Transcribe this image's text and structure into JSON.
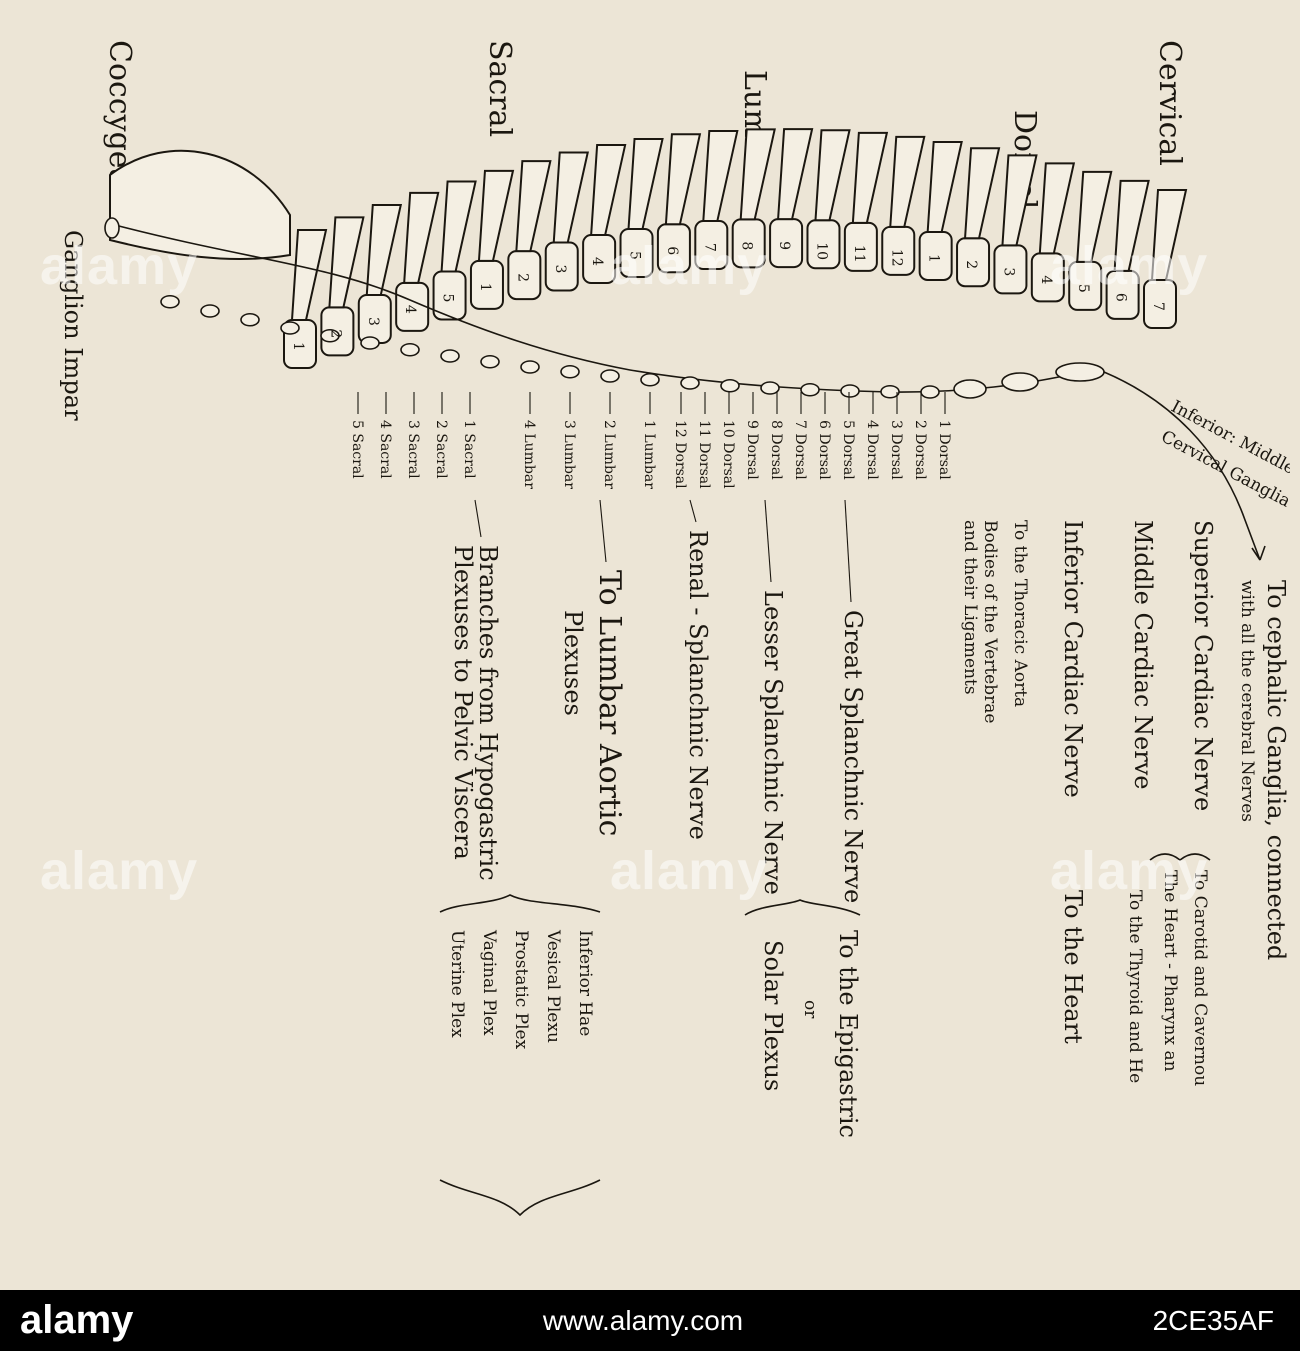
{
  "regions": {
    "cervical": "Cervical",
    "dorsal": "Dorsal",
    "lumbar": "Lumbar",
    "sacral": "Sacral",
    "coccygeal": "Coccygeal"
  },
  "top_note": {
    "line1": "To cephalic Ganglia, connected",
    "line2": "with all the cerebral Nerves"
  },
  "cervical_ganglia_label": {
    "line1": "Inferior: Middle Superior",
    "line2": "Cervical Ganglia"
  },
  "vertebra_numbers": [
    "7",
    "6",
    "5",
    "4",
    "3",
    "2",
    "1",
    "12",
    "11",
    "10",
    "9",
    "8",
    "7",
    "6",
    "5",
    "4",
    "3",
    "2",
    "1",
    "5",
    "4",
    "3",
    "2",
    "1"
  ],
  "dorsal_nerves": [
    "1 Dorsal",
    "2 Dorsal",
    "3 Dorsal",
    "4 Dorsal",
    "5 Dorsal",
    "6 Dorsal",
    "7 Dorsal",
    "8 Dorsal",
    "9 Dorsal",
    "10 Dorsal",
    "11 Dorsal",
    "12 Dorsal"
  ],
  "lumbar_nerves": [
    "1 Lumbar",
    "2 Lumbar",
    "3 Lumbar",
    "4 Lumbar"
  ],
  "sacral_nerves": [
    "1 Sacral",
    "2 Sacral",
    "3 Sacral",
    "4 Sacral",
    "5 Sacral"
  ],
  "ganglion_impar": "Ganglion Impar",
  "nerves": {
    "superior_cardiac": "Superior Cardiac Nerve",
    "middle_cardiac": "Middle Cardiac Nerve",
    "inferior_cardiac": "Inferior Cardiac Nerve",
    "thoracic_aorta": "To the Thoracic Aorta",
    "bodies_1": "Bodies of the Vertebrae",
    "bodies_2": "and their Ligaments",
    "great_splanchnic": "Great Splanchnic Nerve",
    "lesser_splanchnic": "Lesser Splanchnic Nerve",
    "renal_splanchnic": "Renal - Splanchnic Nerve",
    "lumbar_aortic_1": "To Lumbar Aortic",
    "lumbar_aortic_2": "Plexuses",
    "branches_1": "Branches from Hypogastric",
    "branches_2": "Plexuses to Pelvic Viscera"
  },
  "targets": {
    "carotid": "To Carotid and Cavernou",
    "heart_pharynx": "The Heart - Pharynx an",
    "thyroid": "To the Thyroid and He",
    "heart": "To the Heart",
    "epigastric": "To the Epigastric",
    "or": "or",
    "solar": "Solar Plexus",
    "pelvic": [
      "Inferior Hae",
      "Vesical Plexu",
      "Prostatic Plex",
      "Vaginal Plex",
      "Uterine Plex"
    ]
  },
  "watermark": "alamy",
  "footer": {
    "logo": "alamy",
    "url": "www.alamy.com",
    "image_id": "2CE35AF"
  }
}
